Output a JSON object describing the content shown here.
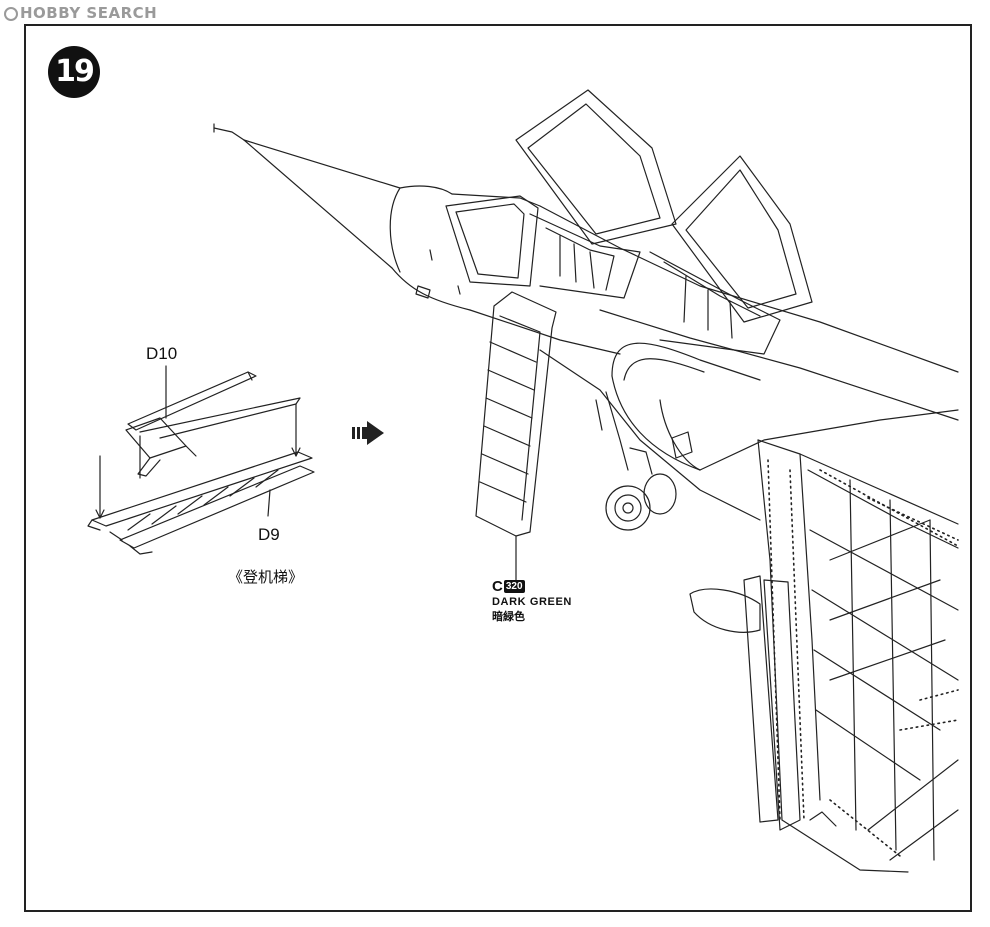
{
  "watermark": {
    "text": "HOBBY SEARCH"
  },
  "step": {
    "number": "19"
  },
  "parts": {
    "upper_label": "D10",
    "lower_label": "D9",
    "assembly_caption": "《登机梯》"
  },
  "paint": {
    "maker_code": "C",
    "color_number": "320",
    "name_en": "DARK GREEN",
    "name_cn": "暗緑色"
  }
}
